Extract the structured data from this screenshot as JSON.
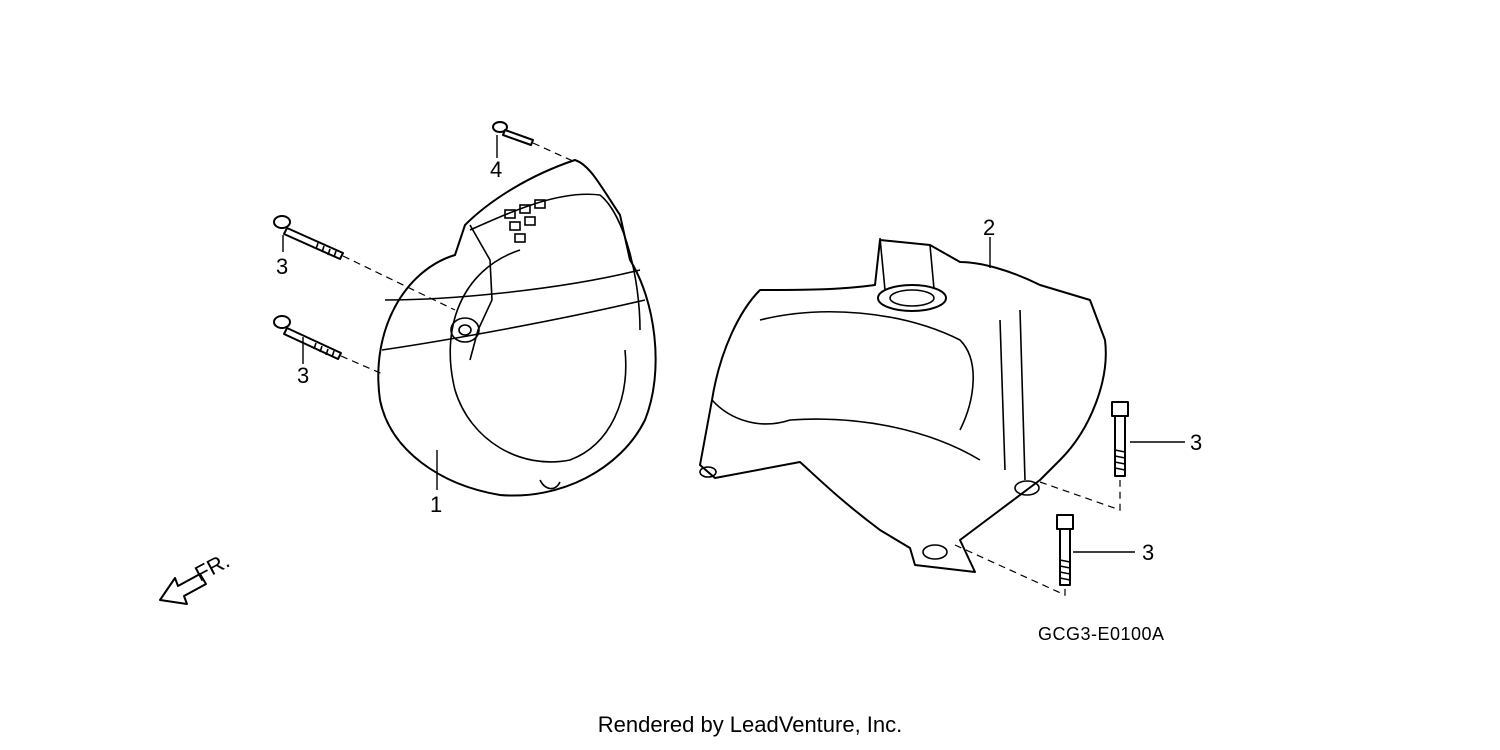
{
  "diagram": {
    "callouts": [
      {
        "id": "callout-1",
        "number": "1"
      },
      {
        "id": "callout-2",
        "number": "2"
      },
      {
        "id": "callout-3a",
        "number": "3"
      },
      {
        "id": "callout-3b",
        "number": "3"
      },
      {
        "id": "callout-3c",
        "number": "3"
      },
      {
        "id": "callout-3d",
        "number": "3"
      },
      {
        "id": "callout-4",
        "number": "4"
      }
    ],
    "direction_label": "FR.",
    "drawing_code": "GCG3-E0100A"
  },
  "footer": {
    "credit": "Rendered by LeadVenture, Inc."
  }
}
